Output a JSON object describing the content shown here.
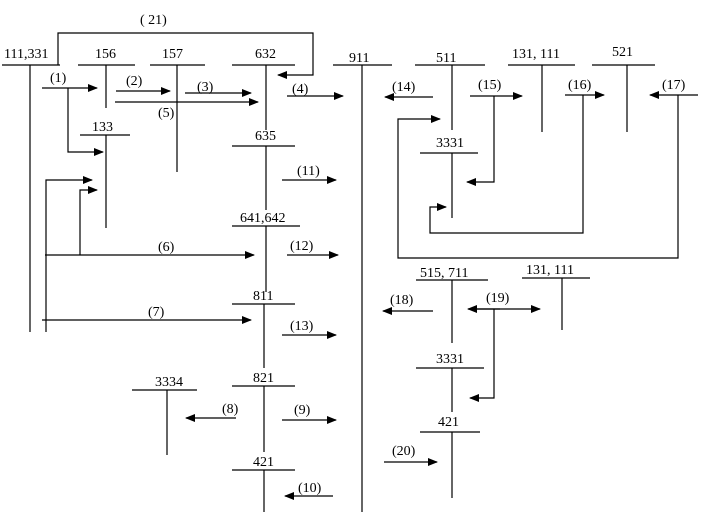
{
  "accounts": {
    "a111_331": "111,331",
    "a156": "156",
    "a157": "157",
    "a632": "632",
    "a911": "911",
    "a511": "511",
    "a131_111_top": "131, 111",
    "a521": "521",
    "a133": "133",
    "a635": "635",
    "a3331_top": "3331",
    "a641_642": "641,642",
    "a811": "811",
    "a515_711": "515, 711",
    "a131_111_bottom": "131, 111",
    "a3334": "3334",
    "a821": "821",
    "a3331_bottom": "3331",
    "a421_left": "421",
    "a421_right": "421"
  },
  "flows": {
    "f1": "(1)",
    "f2": "(2)",
    "f3": "(3)",
    "f4": "(4)",
    "f5": "(5)",
    "f6": "(6)",
    "f7": "(7)",
    "f8": "(8)",
    "f9": "(9)",
    "f10": "(10)",
    "f11": "(11)",
    "f12": "(12)",
    "f13": "(13)",
    "f14": "(14)",
    "f15": "(15)",
    "f16": "(16)",
    "f17": "(17)",
    "f18": "(18)",
    "f19": "(19)",
    "f20": "(20)",
    "f21": "( 21)"
  }
}
